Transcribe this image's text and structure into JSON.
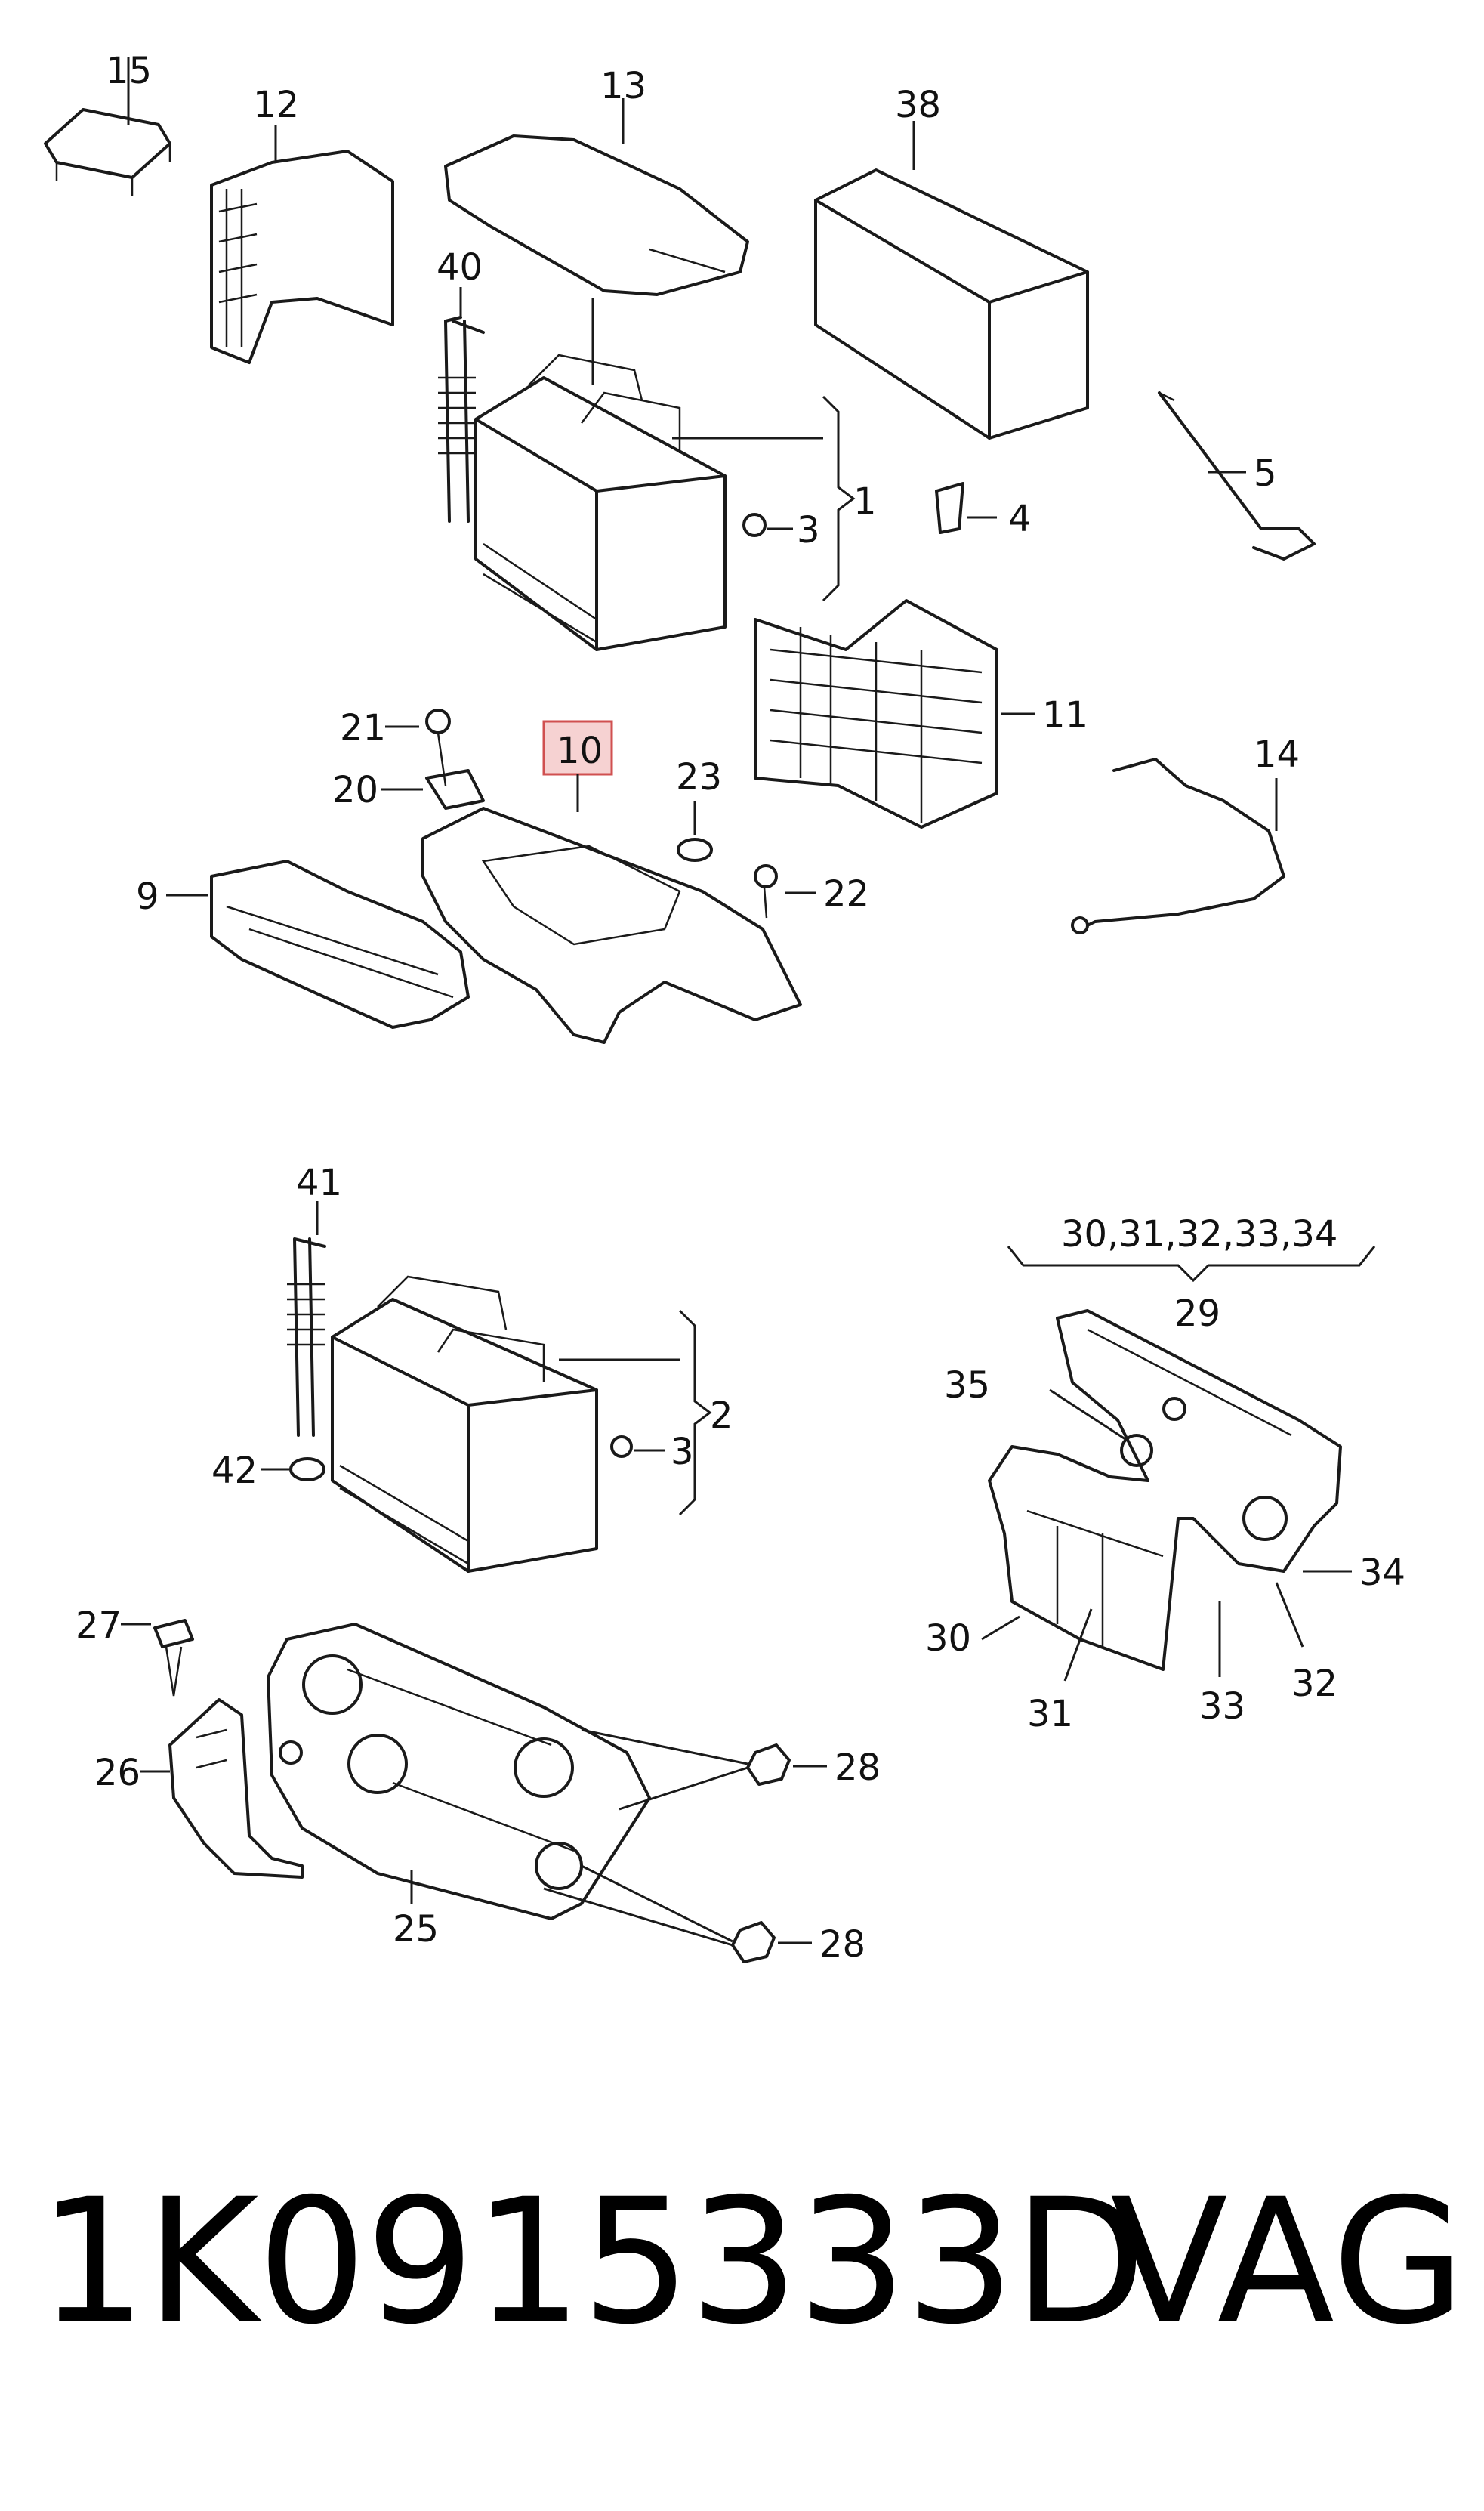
{
  "callouts": {
    "c15": "15",
    "c12": "12",
    "c13": "13",
    "c38": "38",
    "c40": "40",
    "c1": "1",
    "c3a": "3",
    "c5": "5",
    "c4": "4",
    "c11": "11",
    "c21": "21",
    "c10": "10",
    "c23": "23",
    "c20": "20",
    "c14": "14",
    "c9": "9",
    "c22": "22",
    "c41": "41",
    "c2": "2",
    "c3b": "3",
    "c42": "42",
    "c3034": "30,31,32,33,34",
    "c29": "29",
    "c35": "35",
    "c34": "34",
    "c30": "30",
    "c31": "31",
    "c33": "33",
    "c32": "32",
    "c27": "27",
    "c26": "26",
    "c28a": "28",
    "c28b": "28",
    "c25": "25"
  },
  "highlight": {
    "color": "#f6d2d2",
    "border": "#d05050"
  },
  "footer": {
    "part_number": "1K0915333D",
    "brand": "VAG"
  }
}
